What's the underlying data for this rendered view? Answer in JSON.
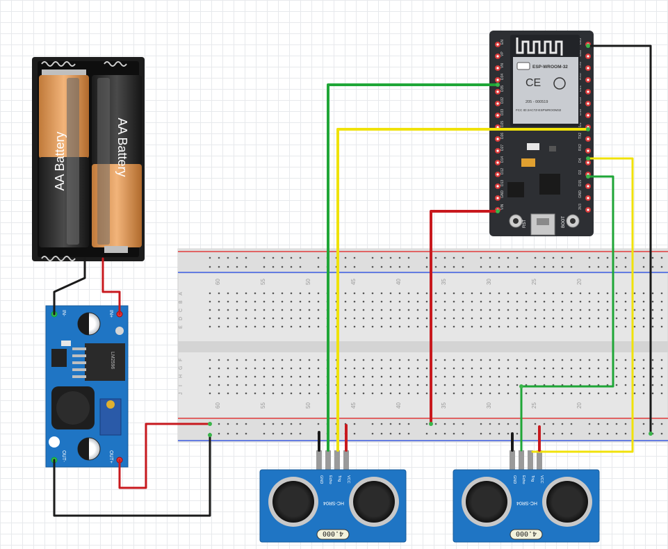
{
  "battery": {
    "left_label": "AA Battery",
    "right_label": "AA Battery"
  },
  "buck": {
    "in_minus": "IN-",
    "in_plus": "IN+",
    "out_minus": "OUT-",
    "out_plus": "OUT+",
    "chip_label": "LM2596"
  },
  "esp32": {
    "module_name": "ESP-WROOM-32",
    "ce_mark": "CE",
    "model_code": "205 - 000519",
    "fcc_id": "FCC ID:2AC7Z-ESPWROOM32",
    "rst_label": "RST",
    "boot_label": "BOOT",
    "left_pins": [
      "EN",
      "VP",
      "VN",
      "D34",
      "D35",
      "D32",
      "D33",
      "D25",
      "D26",
      "D27",
      "D14",
      "D12",
      "D13",
      "GND",
      "VIN"
    ],
    "right_pins": [
      "D23",
      "D22",
      "TX0",
      "RX0",
      "D21",
      "D19",
      "D18",
      "D5",
      "TX2",
      "RX2",
      "D4",
      "D2",
      "D15",
      "GND",
      "3V3"
    ]
  },
  "breadboard": {
    "column_numbers": [
      "60",
      "55",
      "50",
      "45",
      "40",
      "35",
      "30",
      "25",
      "20"
    ],
    "top_row_letters": [
      "A",
      "B",
      "C",
      "D",
      "E"
    ],
    "bottom_row_letters": [
      "F",
      "G",
      "H",
      "I",
      "J"
    ]
  },
  "sensors": [
    {
      "model": "HC-SR04",
      "pins": [
        "GND",
        "Echo",
        "Trig",
        "VCC"
      ],
      "badge": "4.000"
    },
    {
      "model": "HC-SR04",
      "pins": [
        "GND",
        "Echo",
        "Trig",
        "VCC"
      ],
      "badge": "4.000"
    }
  ],
  "colors": {
    "wire_black": "#1a1a1a",
    "wire_red": "#c8191e",
    "wire_green": "#1fa637",
    "wire_yellow": "#f0e20a",
    "pcb_blue": "#1f75c4",
    "esp_board": "#2d2f33",
    "breadboard": "#e6e6e6"
  }
}
